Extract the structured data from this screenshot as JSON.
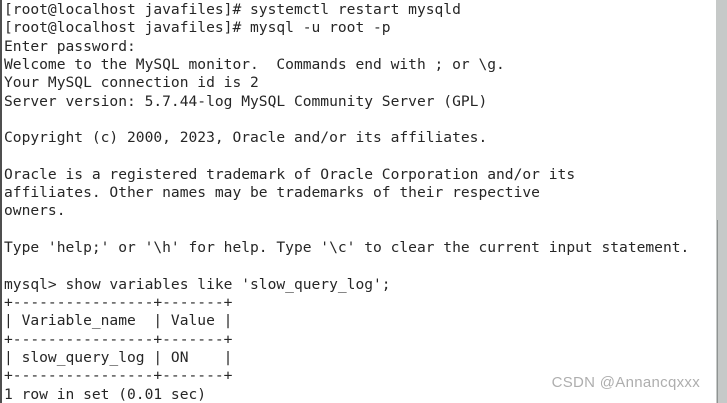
{
  "terminal": {
    "lines": [
      "[root@localhost javafiles]# systemctl restart mysqld",
      "[root@localhost javafiles]# mysql -u root -p",
      "Enter password: ",
      "Welcome to the MySQL monitor.  Commands end with ; or \\g.",
      "Your MySQL connection id is 2",
      "Server version: 5.7.44-log MySQL Community Server (GPL)",
      "",
      "Copyright (c) 2000, 2023, Oracle and/or its affiliates.",
      "",
      "Oracle is a registered trademark of Oracle Corporation and/or its",
      "affiliates. Other names may be trademarks of their respective",
      "owners.",
      "",
      "Type 'help;' or '\\h' for help. Type '\\c' to clear the current input statement.",
      "",
      "mysql> show variables like 'slow_query_log';",
      "+----------------+-------+",
      "| Variable_name  | Value |",
      "+----------------+-------+",
      "| slow_query_log | ON    |",
      "+----------------+-------+",
      "1 row in set (0.01 sec)"
    ],
    "prompt_user": "root@localhost",
    "prompt_dir": "javafiles",
    "mysql_variable": "slow_query_log",
    "mysql_value": "ON",
    "result_summary": "1 row in set (0.01 sec)"
  },
  "watermark": {
    "label": "CSDN @Annancqxxx"
  },
  "colors": {
    "text": "#262626",
    "background": "#ffffff",
    "left_border": "#4f4f4f",
    "scrollbar_track": "#c6c9c8",
    "scrollbar_border": "#8f9392",
    "watermark": "#aeaeae"
  }
}
